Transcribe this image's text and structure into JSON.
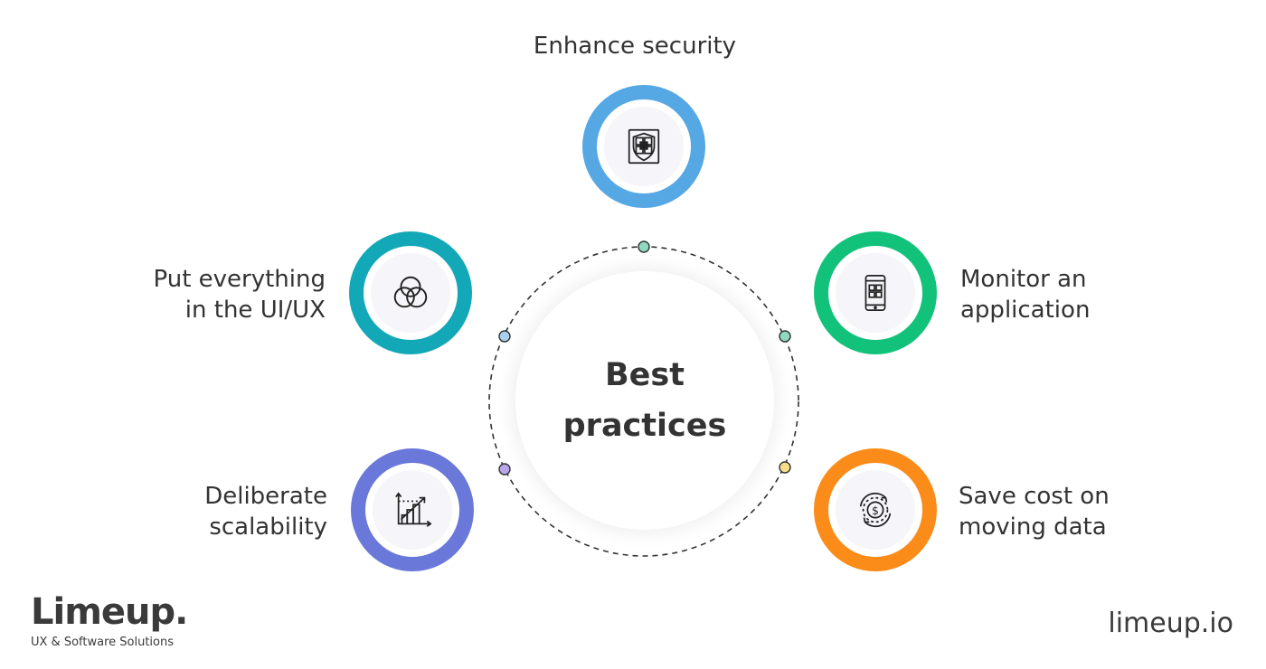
{
  "center": {
    "title": "Best\npractices"
  },
  "nodes": [
    {
      "label": "Enhance security",
      "icon": "shield-lock-icon",
      "color": "#56a8e4"
    },
    {
      "label": "Monitor an\napplication",
      "icon": "smartphone-apps-icon",
      "color": "#12c27a"
    },
    {
      "label": "Save cost on\nmoving data",
      "icon": "cost-cycle-icon",
      "color": "#fb8c1a"
    },
    {
      "label": "Deliberate\nscalability",
      "icon": "growth-chart-icon",
      "color": "#6978d9"
    },
    {
      "label": "Put everything\nin the UI/UX",
      "icon": "venn-circles-icon",
      "color": "#13a8b7"
    }
  ],
  "connectors": [
    {
      "color": "#8fd9c2"
    },
    {
      "color": "#8fd9c2"
    },
    {
      "color": "#f5dd8a"
    },
    {
      "color": "#b8a6ea"
    },
    {
      "color": "#a9d1ec"
    }
  ],
  "brand": {
    "logo": "Limeup.",
    "tagline": "UX & Software Solutions",
    "site": "limeup.io"
  }
}
